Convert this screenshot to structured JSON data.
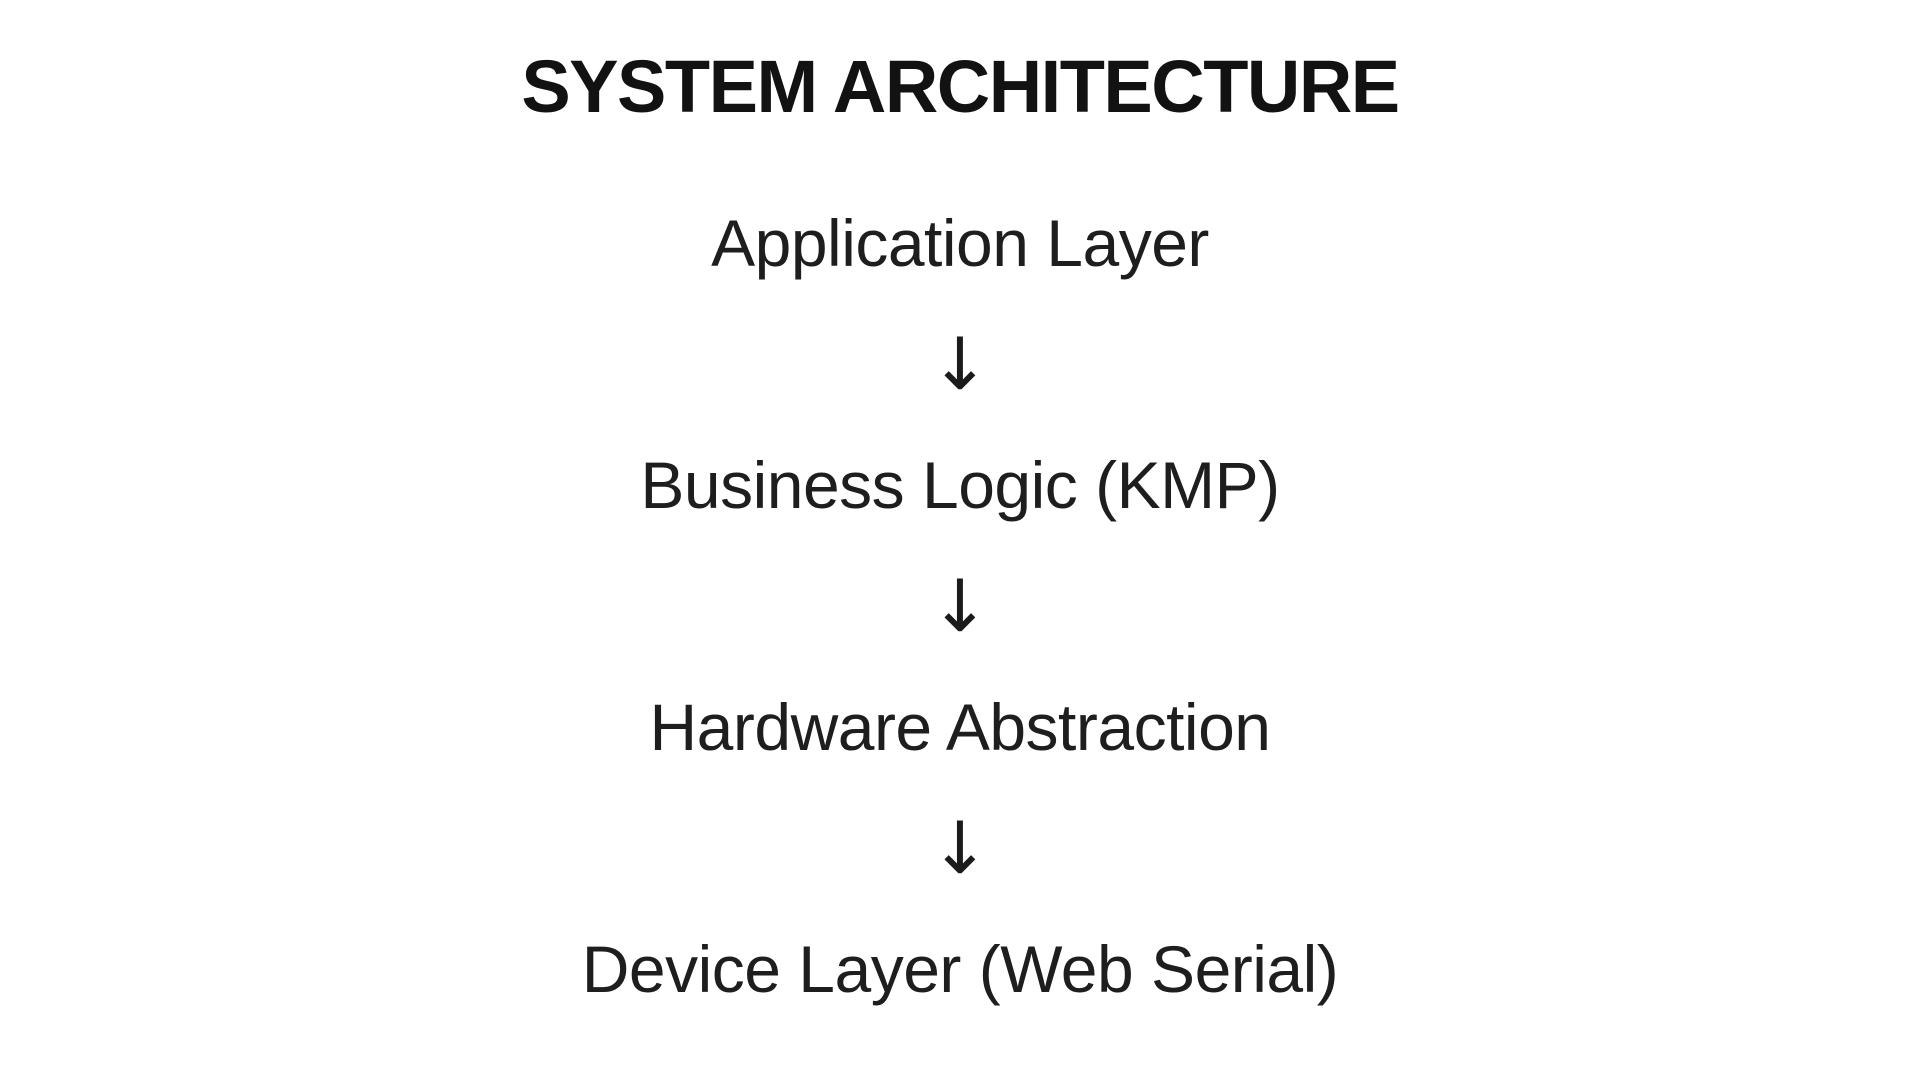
{
  "page": {
    "background_color": "#ffffff",
    "text_color": "#1e1e1e",
    "title_color": "#121212"
  },
  "diagram": {
    "title": "SYSTEM ARCHITECTURE",
    "arrow_glyph": "↓",
    "layers": [
      {
        "label": "Application Layer"
      },
      {
        "label": "Business Logic (KMP)"
      },
      {
        "label": "Hardware Abstraction"
      },
      {
        "label": "Device Layer (Web Serial)"
      }
    ]
  }
}
